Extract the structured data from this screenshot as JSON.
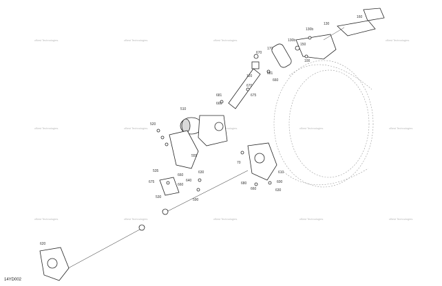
{
  "diagram": {
    "document_code": "14YD002",
    "watermark_text": "cBest Technologies",
    "callouts": [
      "160",
      "130",
      "130b",
      "150",
      "130b",
      "170",
      "670",
      "100",
      "681",
      "120",
      "660",
      "681",
      "670",
      "675",
      "666",
      "510",
      "520",
      "555",
      "630",
      "70",
      "535",
      "660",
      "640",
      "590",
      "675",
      "680",
      "610",
      "530",
      "660",
      "600",
      "630",
      "660",
      "620"
    ]
  }
}
